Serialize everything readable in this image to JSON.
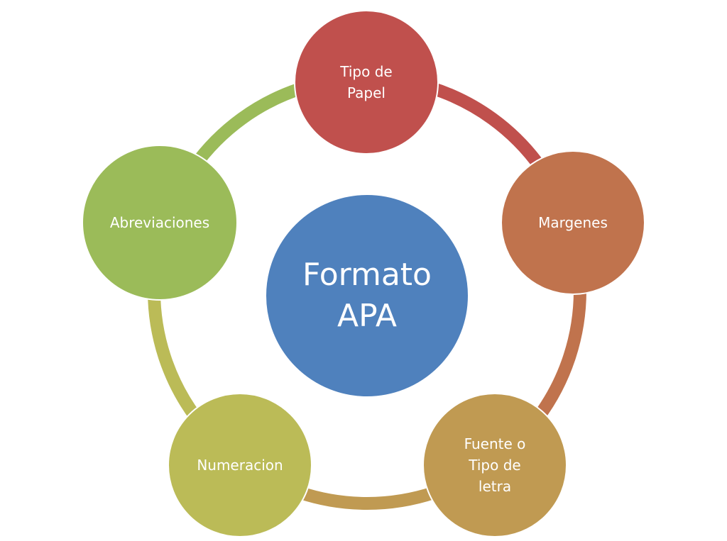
{
  "center": {
    "label": "Formato APA",
    "color": "#4F81BD"
  },
  "nodes": [
    {
      "label": "Tipo de Papel",
      "color": "#C0504D"
    },
    {
      "label": "Margenes",
      "color": "#C0734D"
    },
    {
      "label": "Fuente o Tipo de letra",
      "color": "#C09A52"
    },
    {
      "label": "Numeracion",
      "color": "#BBBB57"
    },
    {
      "label": "Abreviaciones",
      "color": "#9BBB59"
    }
  ]
}
